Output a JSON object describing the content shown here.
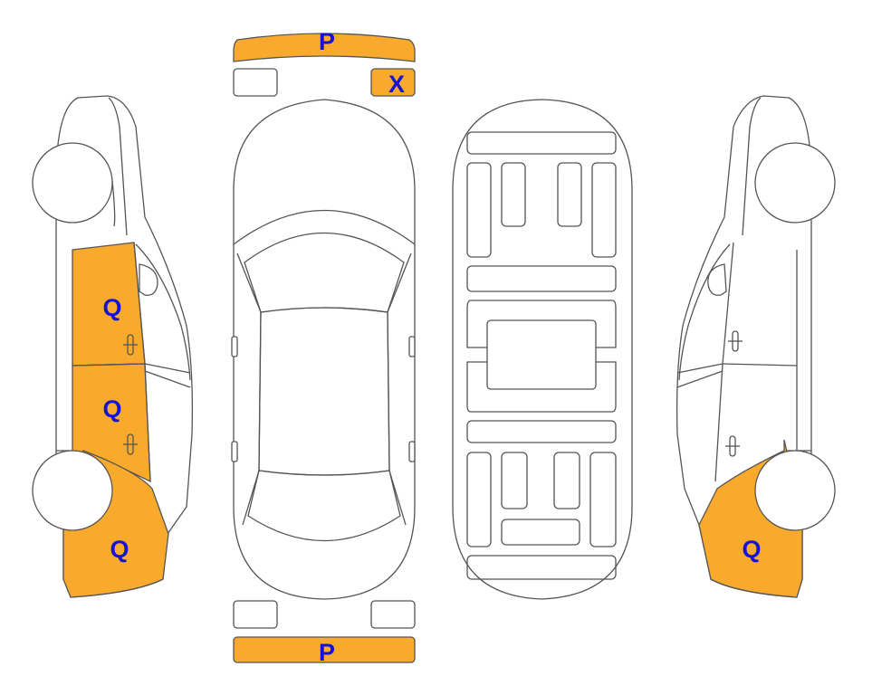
{
  "colors": {
    "damage_fill": "#F9AA2C",
    "label_text": "#1414D2",
    "outline": "#555555"
  },
  "labels": {
    "front_bumper": "P",
    "right_headlight": "X",
    "rear_bumper": "P",
    "left_front_door": "Q",
    "left_rear_door": "Q",
    "left_rear_quarter": "Q",
    "right_rear_quarter": "Q"
  }
}
